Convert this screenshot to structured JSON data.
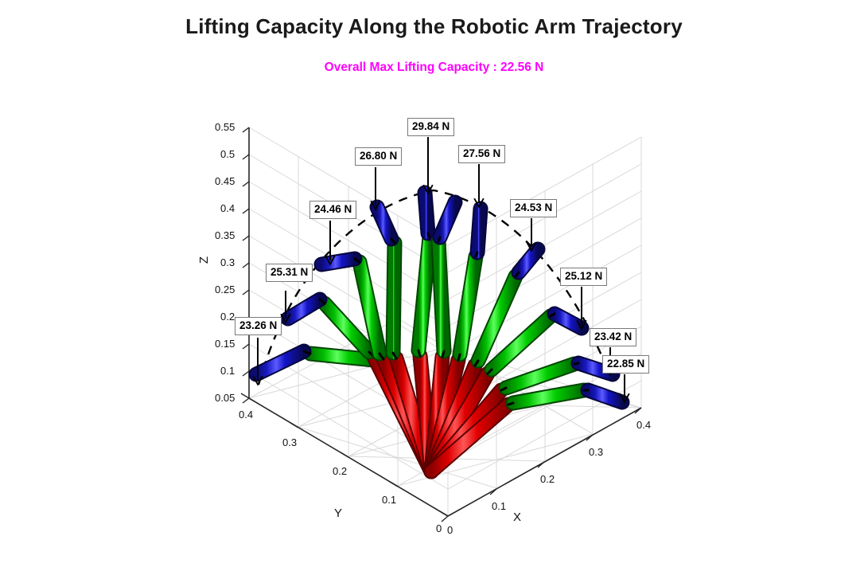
{
  "figure": {
    "title": "Lifting Capacity Along the Robotic Arm Trajectory",
    "subtitle": "Overall Max Lifting Capacity : 22.56 N",
    "subtitle_color": "#ff00ff",
    "background": "#ffffff"
  },
  "chart_data": {
    "type": "scatter",
    "title": "Lifting Capacity Along the Robotic Arm Trajectory",
    "subtitle": "Overall Max Lifting Capacity : 22.56 N",
    "projection": "3d",
    "xlabel": "X",
    "ylabel": "Y",
    "zlabel": "Z",
    "xticks": [
      "0",
      "0.1",
      "0.2",
      "0.3",
      "0.4"
    ],
    "yticks": [
      "0.4",
      "0.3",
      "0.2",
      "0.1",
      "0"
    ],
    "zticks": [
      "0.05",
      "0.1",
      "0.15",
      "0.2",
      "0.25",
      "0.3",
      "0.35",
      "0.4",
      "0.45",
      "0.5",
      "0.55"
    ],
    "xlim": [
      0,
      0.4
    ],
    "ylim": [
      0,
      0.4
    ],
    "zlim": [
      0.05,
      0.55
    ],
    "grid": true,
    "legend": null,
    "units": "N",
    "overall_max_lifting_capacity": 22.56,
    "link_colors": {
      "base": "#e00000",
      "middle": "#00cc00",
      "end": "#1414c8"
    },
    "trajectory_style": "dashed black arc through end-effector tips",
    "annotations": [
      {
        "label": "23.26 N",
        "value": 23.26,
        "pose_index": 1
      },
      {
        "label": "25.31 N",
        "value": 25.31,
        "pose_index": 2
      },
      {
        "label": "24.46 N",
        "value": 24.46,
        "pose_index": 3
      },
      {
        "label": "26.80 N",
        "value": 26.8,
        "pose_index": 4
      },
      {
        "label": "29.84 N",
        "value": 29.84,
        "pose_index": 5
      },
      {
        "label": "27.56 N",
        "value": 27.56,
        "pose_index": 6
      },
      {
        "label": "24.53 N",
        "value": 24.53,
        "pose_index": 7
      },
      {
        "label": "25.12 N",
        "value": 25.12,
        "pose_index": 8
      },
      {
        "label": "23.42 N",
        "value": 23.42,
        "pose_index": 9
      },
      {
        "label": "22.85 N",
        "value": 22.85,
        "pose_index": 10
      }
    ],
    "values": [
      23.26,
      25.31,
      24.46,
      26.8,
      29.84,
      27.56,
      24.53,
      25.12,
      23.42,
      22.85
    ],
    "series": [
      {
        "name": "Lifting Capacity",
        "values": [
          23.26,
          25.31,
          24.46,
          26.8,
          29.84,
          27.56,
          24.53,
          25.12,
          23.42,
          22.85
        ]
      }
    ]
  },
  "axes": {
    "z_label": "Z",
    "y_label": "Y",
    "x_label": "X",
    "z_ticks": [
      "0.55",
      "0.5",
      "0.45",
      "0.4",
      "0.35",
      "0.3",
      "0.25",
      "0.2",
      "0.15",
      "0.1",
      "0.05"
    ],
    "y_ticks": [
      "0.4",
      "0.3",
      "0.2",
      "0.1",
      "0"
    ],
    "x_ticks": [
      "0",
      "0.1",
      "0.2",
      "0.3",
      "0.4"
    ]
  },
  "annotation_labels": {
    "a1": "23.26 N",
    "a2": "25.31 N",
    "a3": "24.46 N",
    "a4": "26.80 N",
    "a5": "29.84 N",
    "a6": "27.56 N",
    "a7": "24.53 N",
    "a8": "25.12 N",
    "a9": "23.42 N",
    "a10": "22.85 N"
  }
}
